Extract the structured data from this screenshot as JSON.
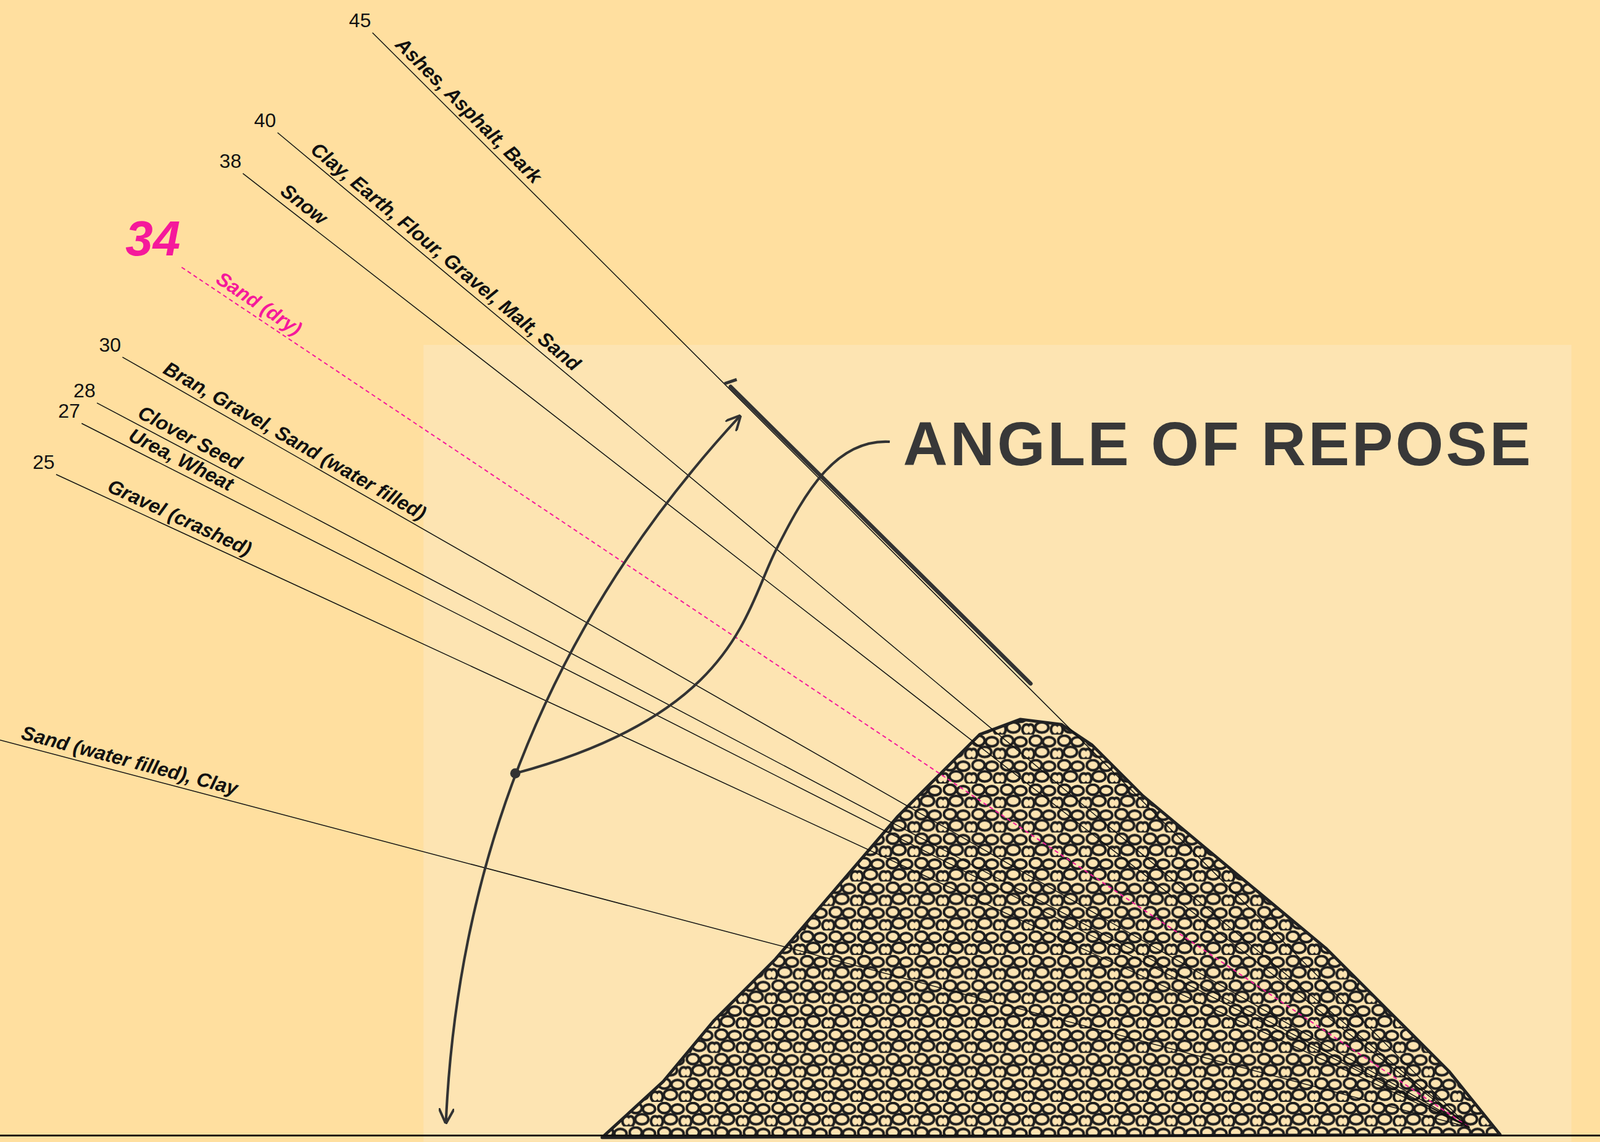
{
  "diagram": {
    "labels": [
      "45",
      "Ashes, Asphalt, Bark",
      "40",
      "Clay, Earth, Flour, Gravel, Malt, Sand",
      "38",
      "Snow",
      "34",
      "Sand (dry)",
      "30",
      "Bran, Gravel, Sand (water filled)",
      "28",
      "Clover Seed",
      "27",
      "Urea, Wheat",
      "25",
      "Gravel (crashed)",
      "Sand (water filled), Clay",
      "ANGLE OF REPOSE"
    ]
  }
}
